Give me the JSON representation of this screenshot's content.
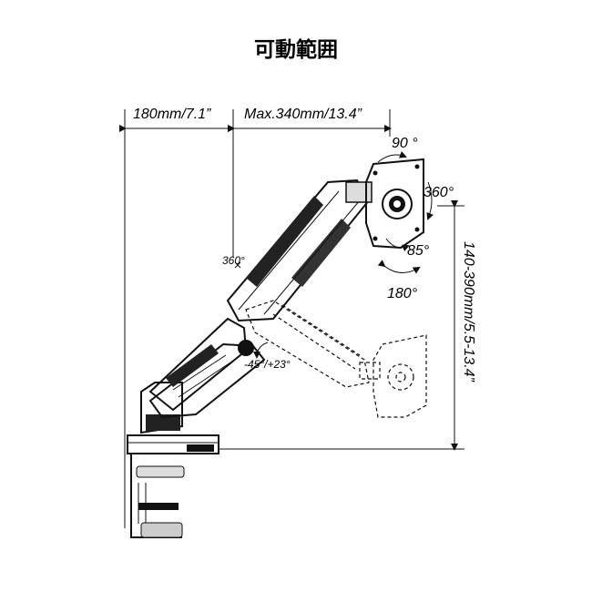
{
  "title": "可動範囲",
  "dimensions": {
    "base_width": "180mm/7.1”",
    "max_reach": "Max.340mm/13.4”",
    "height_range": "140-390mm/5.5-13.4”"
  },
  "angles": {
    "tilt_up": "90 °",
    "rotation": "360°",
    "tilt_down": "85°",
    "swivel": "180°",
    "arm_rotation": "360°",
    "arm_tilt": "-45°/+23°"
  }
}
